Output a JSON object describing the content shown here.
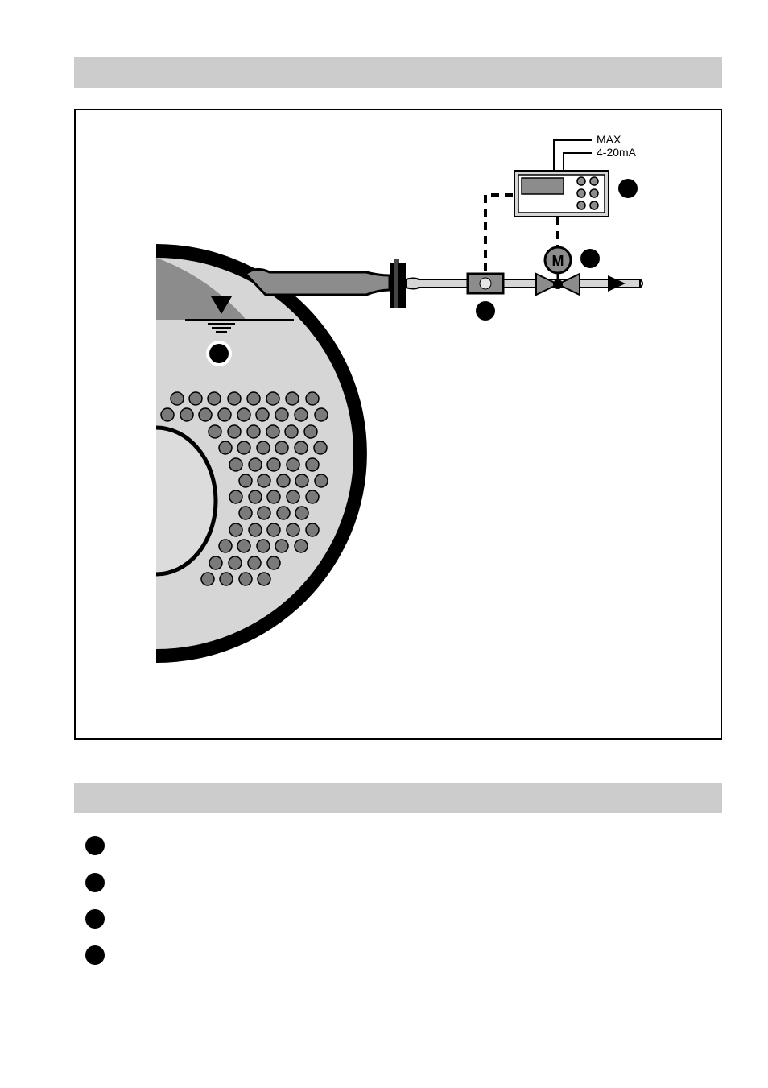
{
  "figure": {
    "labels": {
      "max": "MAX",
      "current": "4-20mA",
      "motor": "M"
    }
  },
  "legend": {
    "items": [
      {
        "marker": "filled-circle"
      },
      {
        "marker": "filled-circle"
      },
      {
        "marker": "filled-circle"
      },
      {
        "marker": "filled-circle"
      }
    ]
  },
  "colors": {
    "header_bar": "#cccccc",
    "water_light": "#d6d6d6",
    "water_dark": "#8c8c8c",
    "tube": "#7a7a7a",
    "flue": "#dcdcdc",
    "steel": "#000000"
  }
}
